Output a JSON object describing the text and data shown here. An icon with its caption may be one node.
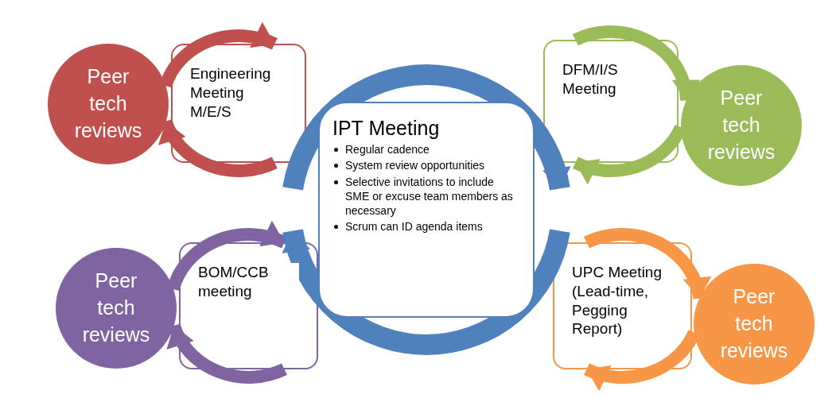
{
  "diagram": {
    "nodes": [
      {
        "text": [
          "Peer tech reviews"
        ]
      },
      {
        "text": [
          "Engineering Meeting M/E/S"
        ]
      },
      {
        "text": [
          "IPT Meeting",
          "Regular cadence",
          "System review opportunities",
          "Selective invitations to include SME or excuse team members as  necessary",
          "Scrum can ID agenda items"
        ]
      },
      {
        "text": [
          "DFM/I/S Meeting"
        ]
      },
      {
        "text": [
          "Peer tech reviews"
        ]
      },
      {
        "text": [
          "BOM/CCB meeting"
        ]
      },
      {
        "text": [
          "Peer tech reviews"
        ]
      },
      {
        "text": [
          "UPC Meeting (Lead-time, Pegging Report)"
        ]
      },
      {
        "text": [
          "Peer tech reviews"
        ]
      }
    ],
    "edges": [
      {
        "from": 0,
        "to": 1,
        "arrow": "to",
        "color": "#c0504d"
      },
      {
        "from": 1,
        "to": 0,
        "arrow": "to",
        "color": "#c0504d"
      },
      {
        "from": 3,
        "to": 4,
        "arrow": "to",
        "color": "#9bbb59"
      },
      {
        "from": 4,
        "to": 3,
        "arrow": "to",
        "color": "#9bbb59"
      },
      {
        "from": 6,
        "to": 5,
        "arrow": "to",
        "color": "#8064a2"
      },
      {
        "from": 5,
        "to": 6,
        "arrow": "to",
        "color": "#8064a2"
      },
      {
        "from": 7,
        "to": 8,
        "arrow": "to",
        "color": "#f79646"
      },
      {
        "from": 8,
        "to": 7,
        "arrow": "to",
        "color": "#f79646"
      }
    ]
  }
}
